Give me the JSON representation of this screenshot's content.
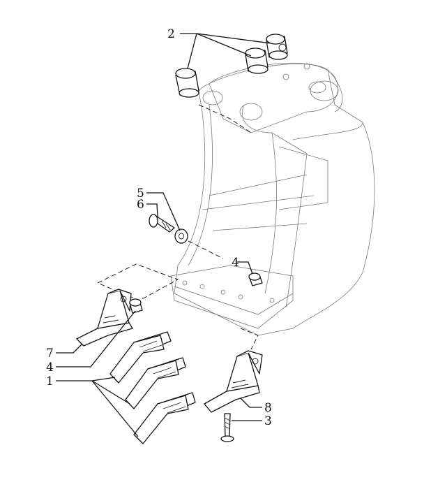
{
  "callouts": [
    {
      "id": "c2",
      "text": "2"
    },
    {
      "id": "c5",
      "text": "5"
    },
    {
      "id": "c6",
      "text": "6"
    },
    {
      "id": "c4a",
      "text": "4"
    },
    {
      "id": "c7",
      "text": "7"
    },
    {
      "id": "c4b",
      "text": "4"
    },
    {
      "id": "c1",
      "text": "1"
    },
    {
      "id": "c8",
      "text": "8"
    },
    {
      "id": "c3",
      "text": "3"
    }
  ]
}
